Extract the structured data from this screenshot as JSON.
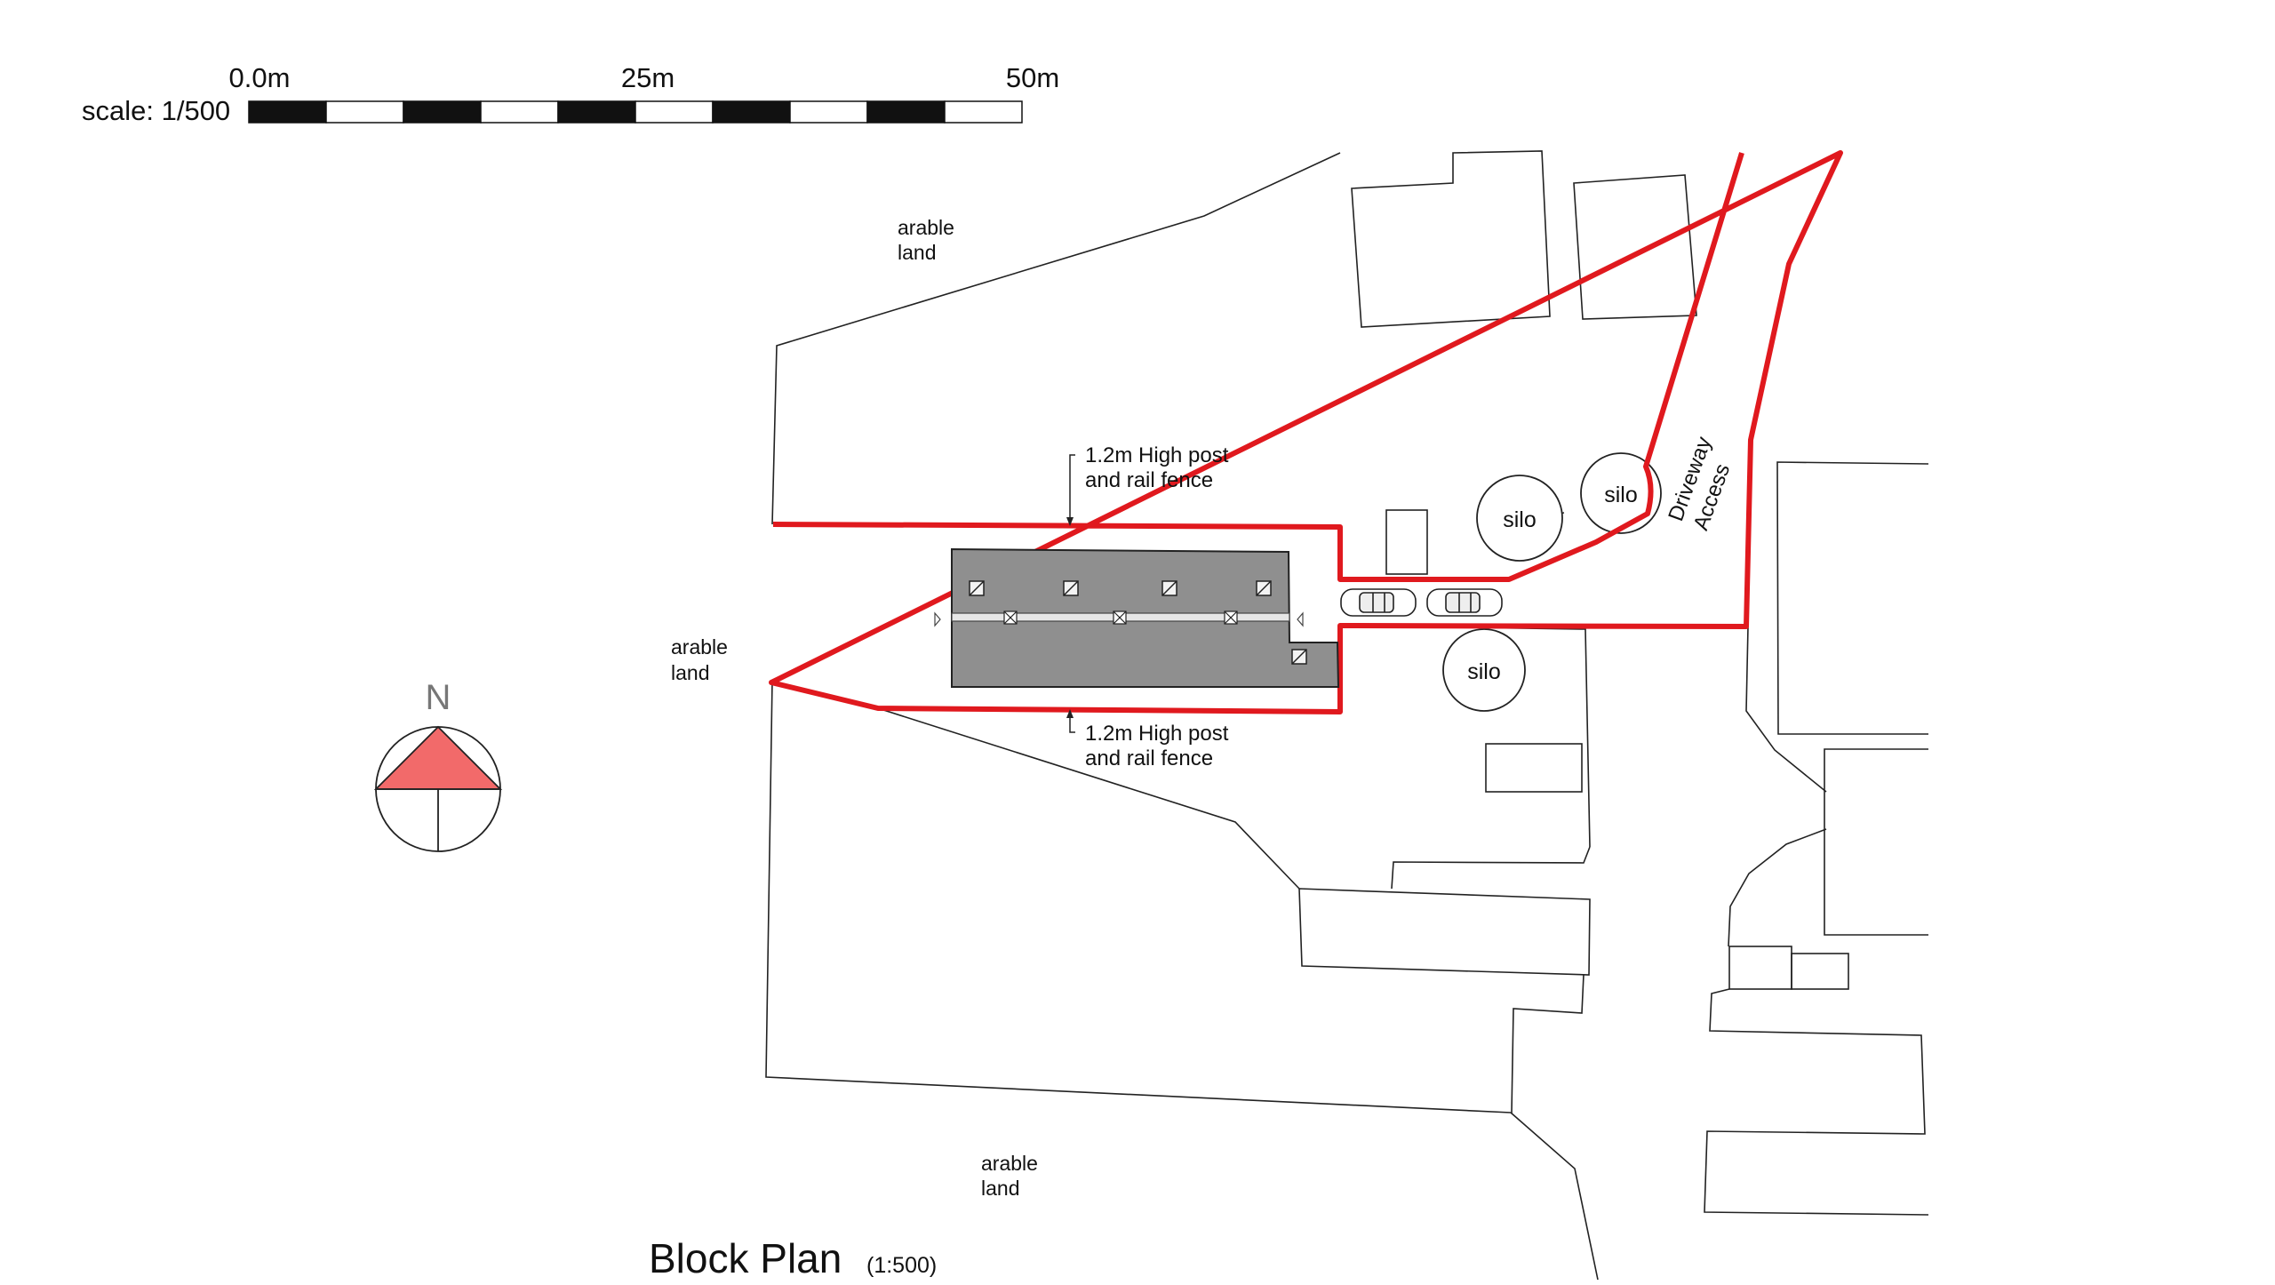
{
  "title": {
    "main": "Block Plan",
    "scale": "(1:500)"
  },
  "scale_bar": {
    "label": "scale: 1/500",
    "ticks": [
      "0.0m",
      "25m",
      "50m"
    ]
  },
  "north_arrow": {
    "label": "N",
    "fill_color": "#f26a6a"
  },
  "labels": {
    "arable_land": [
      "arable",
      "land"
    ],
    "fence": [
      "1.2m High post",
      "and rail fence"
    ],
    "silo": "silo",
    "driveway": [
      "Driveway",
      "Access"
    ]
  },
  "colors": {
    "boundary": "#e0191e",
    "building": "#8f8f8f",
    "line": "#222222"
  }
}
